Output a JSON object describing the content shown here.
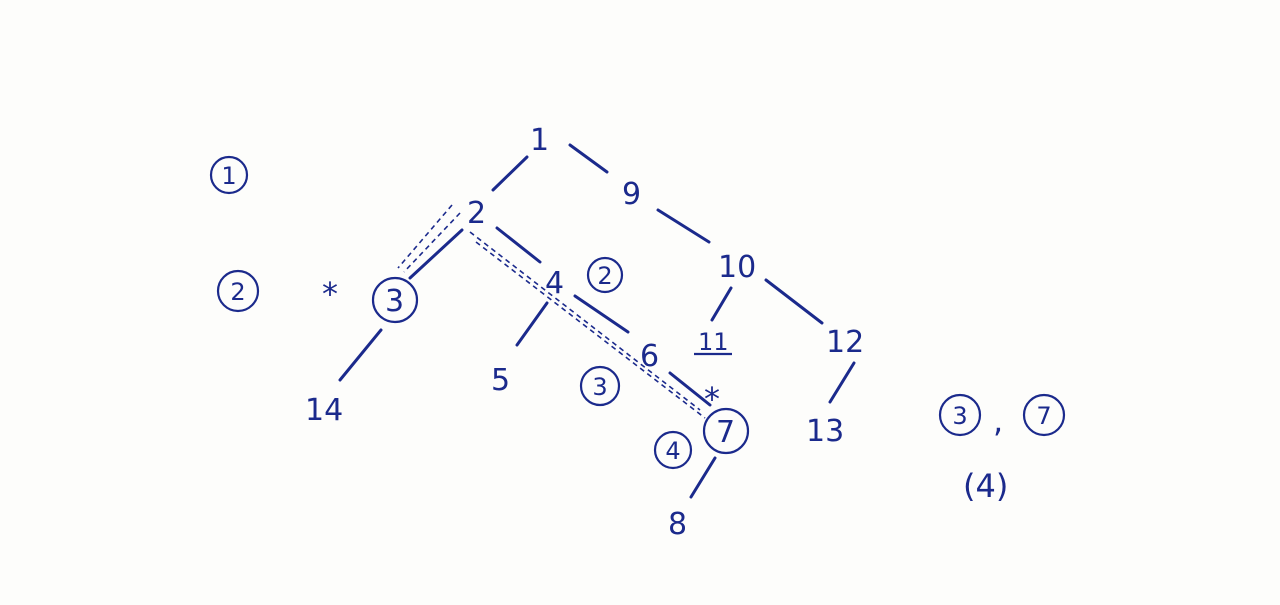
{
  "tree": {
    "nodes": {
      "n1": "1",
      "n2": "2",
      "n3": "3",
      "n4": "4",
      "n5": "5",
      "n6": "6",
      "n7": "7",
      "n8": "8",
      "n9": "9",
      "n10": "10",
      "n11": "11",
      "n12": "12",
      "n13": "13",
      "n14": "14"
    },
    "edges": [
      [
        "1",
        "2"
      ],
      [
        "1",
        "9"
      ],
      [
        "9",
        "10"
      ],
      [
        "2",
        "3"
      ],
      [
        "2",
        "4"
      ],
      [
        "3",
        "14"
      ],
      [
        "4",
        "5"
      ],
      [
        "4",
        "6"
      ],
      [
        "6",
        "7"
      ],
      [
        "7",
        "8"
      ],
      [
        "10",
        "11"
      ],
      [
        "10",
        "12"
      ],
      [
        "12",
        "13"
      ]
    ],
    "dashed_paths": [
      [
        "2",
        "3"
      ],
      [
        "2",
        "4",
        "6",
        "7"
      ]
    ],
    "starred_nodes": [
      "3",
      "7"
    ]
  },
  "marks": {
    "star": "*",
    "step1": "1",
    "step2_left": "2",
    "step2_right": "2",
    "step3": "3",
    "step4": "4"
  },
  "answer": {
    "first": "3",
    "separator": ",",
    "second": "7",
    "distance": "(4)"
  },
  "colors": {
    "ink": "#1b2a8c",
    "paper": "#fdfdfb"
  }
}
